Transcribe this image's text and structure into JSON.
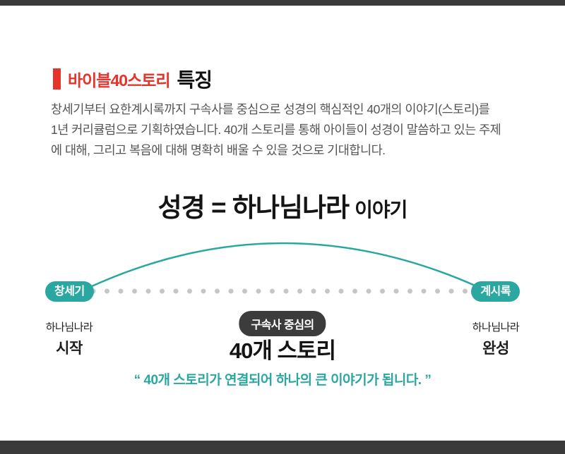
{
  "page": {
    "top_bar_color": "#3a3a3a",
    "bottom_bar_color": "#3a3a3a",
    "accent_red": "#e5342b",
    "accent_teal": "#2aa7a0"
  },
  "header": {
    "tag_label": "바이블40스토리",
    "title": "특징"
  },
  "intro": {
    "line1": "창세기부터 요한계시록까지 구속사를 중심으로 성경의 핵심적인 40개의 이야기(스토리)를",
    "line2": "1년 커리큘럼으로 기획하였습니다. 40개 스토리를 통해 아이들이 성경이 말씀하고 있는 주제",
    "line3": "에 대해, 그리고 복음에 대해 명확히 배울 수 있을 것으로 기대합니다."
  },
  "diagram": {
    "headline_main": "성경 = 하나님나라",
    "headline_sub": "이야기",
    "start": {
      "pill": "창세기",
      "caption_top": "하나님나라",
      "caption_bottom": "시작"
    },
    "end": {
      "pill": "계시록",
      "caption_top": "하나님나라",
      "caption_bottom": "완성"
    },
    "center_badge": "구속사 중심의",
    "center_title": "40개 스토리",
    "quote": "“ 40개 스토리가 연결되어 하나의 큰 이야기가 됩니다. ”"
  }
}
